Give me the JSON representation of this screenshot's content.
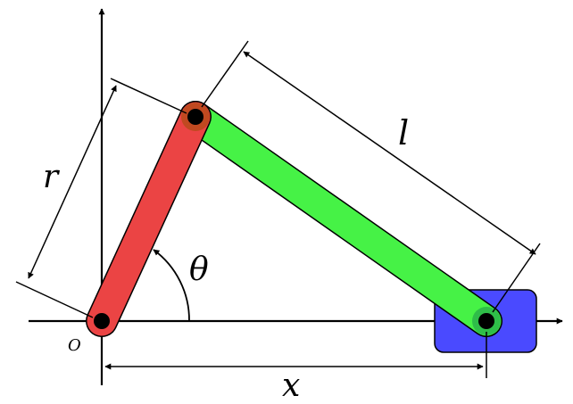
{
  "labels": {
    "origin": "O",
    "crank": "r",
    "rod": "l",
    "angle": "θ",
    "displacement": "x"
  },
  "colors": {
    "crank": "#ff4a4a",
    "rod": "#4aff4a",
    "slider": "#4a4aff",
    "axes": "#000000",
    "joint": "#000000"
  }
}
